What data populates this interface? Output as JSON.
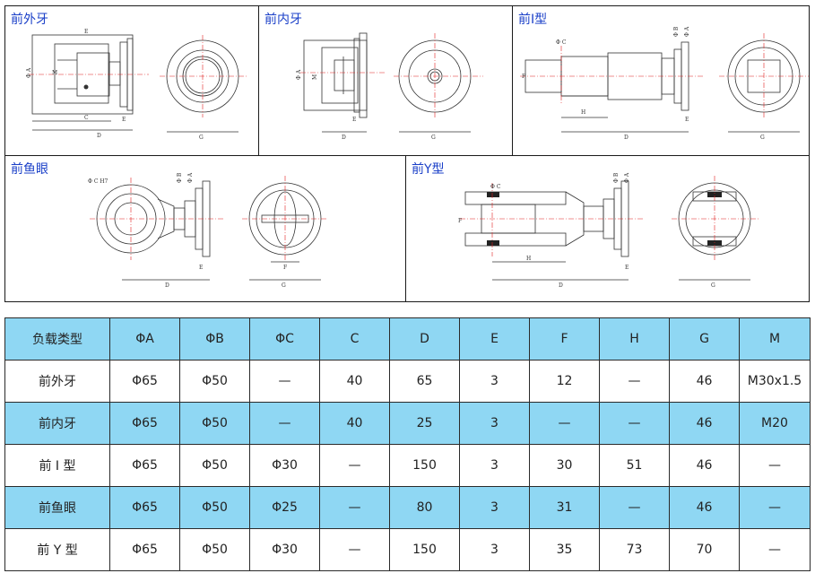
{
  "drawings": {
    "front_external_thread": {
      "title": "前外牙",
      "labels": [
        "E",
        "Φ A",
        "M",
        "C",
        "D",
        "E",
        "G"
      ]
    },
    "front_internal_thread": {
      "title": "前内牙",
      "labels": [
        "Φ A",
        "M",
        "E",
        "D",
        "G"
      ]
    },
    "front_i_type": {
      "title": "前I型",
      "labels": [
        "Φ C",
        "Φ B",
        "Φ A",
        "F",
        "H",
        "E",
        "D",
        "G"
      ]
    },
    "front_fisheye": {
      "title": "前鱼眼",
      "labels": [
        "Φ C H7",
        "Φ B",
        "Φ A",
        "E",
        "F",
        "D",
        "G"
      ]
    },
    "front_y_type": {
      "title": "前Y型",
      "labels": [
        "Φ C",
        "Φ B",
        "Φ A",
        "F",
        "H",
        "E",
        "D",
        "G"
      ]
    }
  },
  "table": {
    "headers": [
      "负载类型",
      "ΦA",
      "ΦB",
      "ΦC",
      "C",
      "D",
      "E",
      "F",
      "H",
      "G",
      "M"
    ],
    "rows": [
      [
        "前外牙",
        "Φ65",
        "Φ50",
        "—",
        "40",
        "65",
        "3",
        "12",
        "—",
        "46",
        "M30x1.5"
      ],
      [
        "前内牙",
        "Φ65",
        "Φ50",
        "—",
        "40",
        "25",
        "3",
        "—",
        "—",
        "46",
        "M20"
      ],
      [
        "前 I 型",
        "Φ65",
        "Φ50",
        "Φ30",
        "—",
        "150",
        "3",
        "30",
        "51",
        "46",
        "—"
      ],
      [
        "前鱼眼",
        "Φ65",
        "Φ50",
        "Φ25",
        "—",
        "80",
        "3",
        "31",
        "—",
        "46",
        "—"
      ],
      [
        "前 Y 型",
        "Φ65",
        "Φ50",
        "Φ30",
        "—",
        "150",
        "3",
        "35",
        "73",
        "70",
        "—"
      ]
    ]
  },
  "colors": {
    "title_text": "#1a3fc8",
    "table_accent": "#8fd7f3",
    "centerline": "#e02020"
  }
}
